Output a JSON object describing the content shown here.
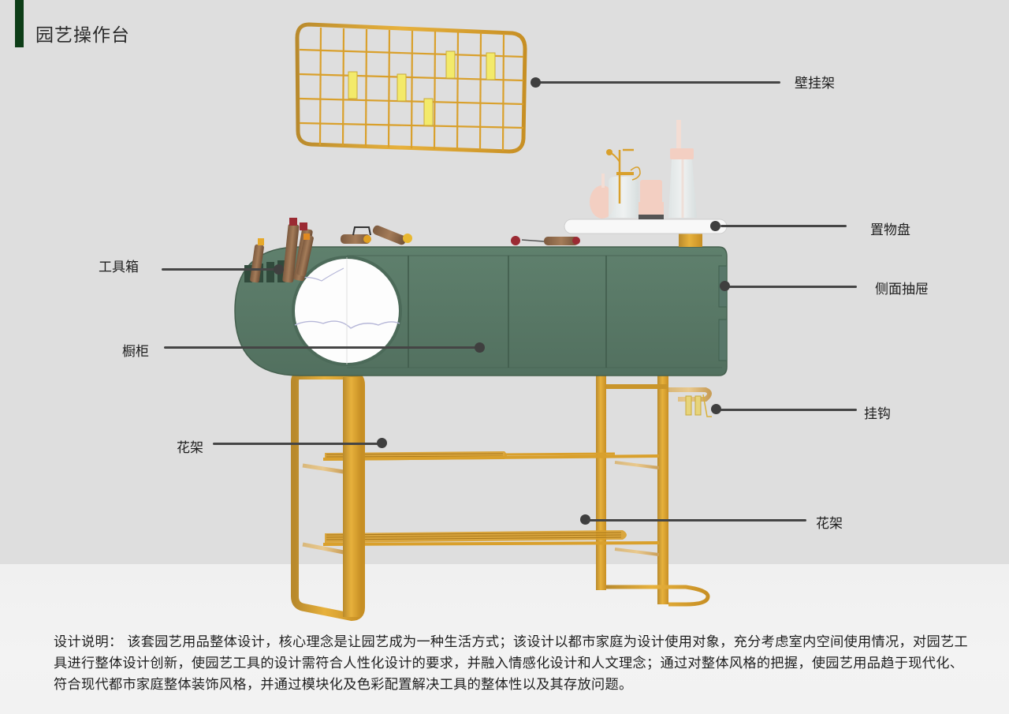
{
  "page": {
    "title": "园艺操作台",
    "accent_color": "#0d3d17"
  },
  "annotations": {
    "wall_rack": "壁挂架",
    "tray": "置物盘",
    "toolbox": "工具箱",
    "side_drawer": "侧面抽屉",
    "cabinet": "橱柜",
    "hook": "挂钩",
    "flower_rack_upper": "花架",
    "flower_rack_lower": "花架"
  },
  "description": {
    "text": "设计说明：  该套园艺用品整体设计，核心理念是让园艺成为一种生活方式；该设计以都市家庭为设计使用对象，充分考虑室内空间使用情况，对园艺工具进行整体设计创新，使园艺工具的设计需符合人性化设计的要求，并融入情感化设计和人文理念；通过对整体风格的把握，使园艺用品趋于现代化、符合现代都市家庭整体装饰风格，并通过模块化及色彩配置解决工具的整体性以及其存放问题。"
  },
  "colors": {
    "cabinet_green": "#5a7a68",
    "gold": "#d9a02c",
    "hook_yellow": "#f3ea6a",
    "pink": "#f3cfc2",
    "leader": "#454545"
  }
}
